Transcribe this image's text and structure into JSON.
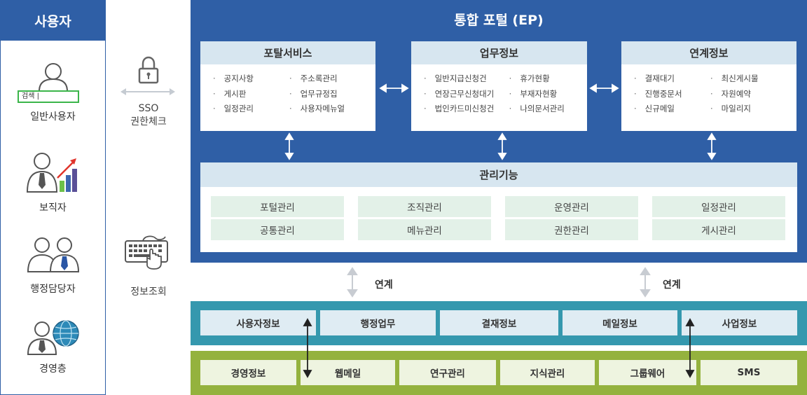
{
  "users": {
    "header": "사용자",
    "general_user": "일반사용자",
    "search_box": "검색 |",
    "manager": "보직자",
    "admin_staff": "행정담당자",
    "executive": "경영층"
  },
  "sso": {
    "line1": "SSO",
    "line2": "권한체크"
  },
  "info_lookup": "정보조회",
  "portal": {
    "title": "통합 포털 (EP)",
    "portal_service": {
      "title": "포탈서비스",
      "col1": [
        "공지사항",
        "게시판",
        "일정관리"
      ],
      "col2": [
        "주소록관리",
        "업무규정집",
        "사용자메뉴얼"
      ]
    },
    "business_info": {
      "title": "업무정보",
      "col1": [
        "일반지급신청건",
        "연장근무신청대기",
        "법인카드미신청건"
      ],
      "col2": [
        "휴가현황",
        "부재자현황",
        "나의문서관리"
      ]
    },
    "linked_info": {
      "title": "연계정보",
      "col1": [
        "결재대기",
        "진행중문서",
        "신규메일"
      ],
      "col2": [
        "최신게시물",
        "자원예약",
        "마일리지"
      ]
    },
    "management": {
      "title": "관리기능",
      "row1": [
        "포털관리",
        "조직관리",
        "운영관리",
        "일정관리"
      ],
      "row2": [
        "공통관리",
        "메뉴관리",
        "권한관리",
        "게시관리"
      ]
    }
  },
  "link_label": "연계",
  "teal_row": [
    "사용자정보",
    "행정업무",
    "결재정보",
    "메일정보",
    "사업정보"
  ],
  "green_row": [
    "경영정보",
    "웹메일",
    "연구관리",
    "지식관리",
    "그룹웨어",
    "SMS"
  ],
  "colors": {
    "primary_blue": "#2f5fa6",
    "teal": "#3598ae",
    "green": "#94b23e",
    "light_blue": "#d7e6f0",
    "light_green": "#e3f1e8"
  }
}
